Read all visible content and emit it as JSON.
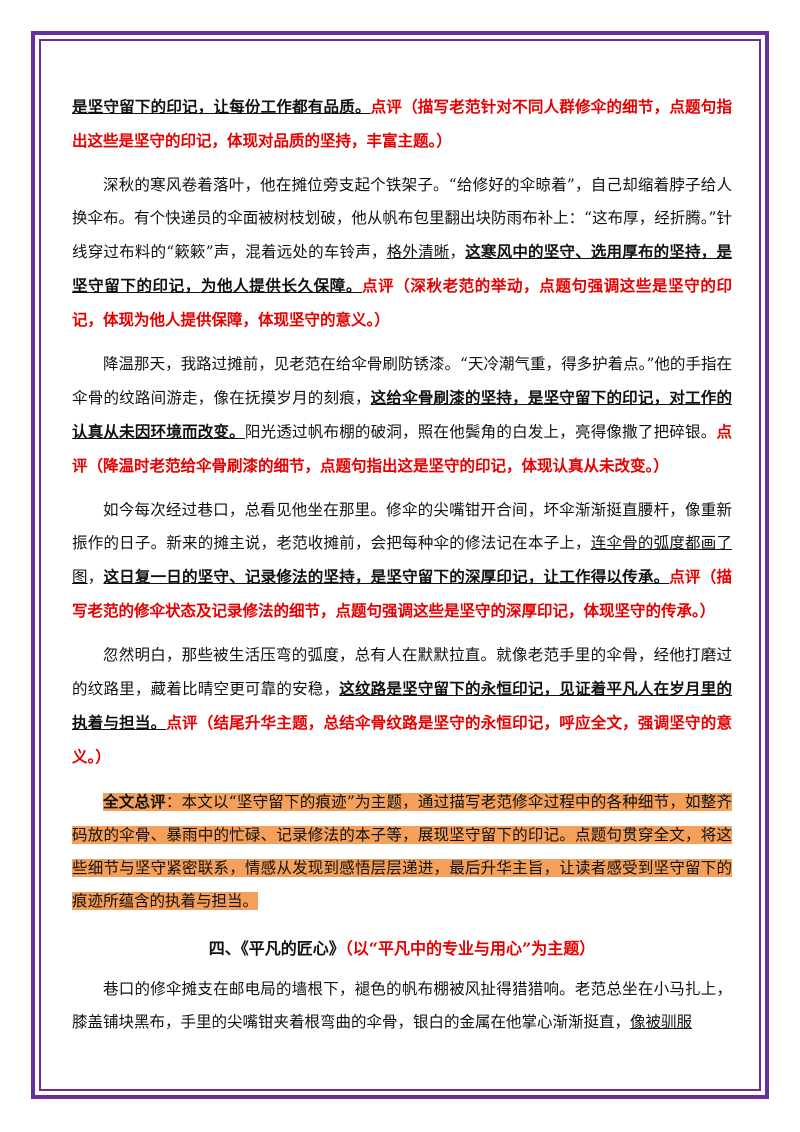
{
  "p0": {
    "a": "是坚守留下的印记，让每份工作都有品质。",
    "b": "点评（描写老范针对不同人群修伞的细节，点题句指出这些是坚守的印记，体现对品质的坚持，丰富主题。）"
  },
  "p1": {
    "a": "深秋的寒风卷着落叶，他在摊位旁支起个铁架子。“给修好的伞晾着”，自己却缩着脖子给人换伞布。有个快递员的伞面被树枝划破，他从帆布包里翻出块防雨布补上：“这布厚，经折腾。”针线穿过布料的“簌簌”声，混着远处的车铃声，",
    "u": "格外清晰",
    "c": "，",
    "ub": "这寒风中的坚守、选用厚布的坚持，是坚守留下的印记，为他人提供长久保障。",
    "red": "点评（深秋老范的举动，点题句强调这些是坚守的印记，体现为他人提供保障，体现坚守的意义。）"
  },
  "p2": {
    "a": "降温那天，我路过摊前，见老范在给伞骨刷防锈漆。“天冷潮气重，得多护着点。”他的手指在伞骨的纹路间游走，像在抚摸岁月的刻痕，",
    "ub": "这给伞骨刷漆的坚持，是坚守留下的印记，对工作的认真从未因环境而改变。",
    "c": "阳光透过帆布棚的破洞，照在他鬓角的白发上，亮得像撒了把碎银。",
    "red": "点评（降温时老范给伞骨刷漆的细节，点题句指出这是坚守的印记，体现认真从未改变。）"
  },
  "p3": {
    "a": "如今每次经过巷口，总看见他坐在那里。修伞的尖嘴钳开合间，坏伞渐渐挺直腰杆，像重新振作的日子。新来的摊主说，老范收摊前，会把每种伞的修法记在本子上，",
    "u": "连伞骨的弧度都画了图",
    "c": "，",
    "ub": "这日复一日的坚守、记录修法的坚持，是坚守留下的深厚印记，让工作得以传承。",
    "red": "点评（描写老范的修伞状态及记录修法的细节，点题句强调这些是坚守的深厚印记，体现坚守的传承。）"
  },
  "p4": {
    "a": "忽然明白，那些被生活压弯的弧度，总有人在默默拉直。就像老范手里的伞骨，经他打磨过的纹路里，藏着比晴空更可靠的安稳，",
    "ub": "这纹路是坚守留下的永恒印记，见证着平凡人在岁月里的执着与担当。",
    "red": "点评（结尾升华主题，总结伞骨纹路是坚守的永恒印记，呼应全文，强调坚守的意义。）"
  },
  "summary": {
    "label": "全文总评",
    "text": "：本文以“坚守留下的痕迹”为主题，通过描写老范修伞过程中的各种细节，如整齐码放的伞骨、暴雨中的忙碌、记录修法的本子等，展现坚守留下的印记。点题句贯穿全文，将这些细节与坚守紧密联系，情感从发现到感悟层层递进，最后升华主旨，让读者感受到坚守留下的痕迹所蕴含的执着与担当。"
  },
  "heading": {
    "a": "四、《平凡的匠心》",
    "b": "（以“平凡中的专业与用心”为主题）"
  },
  "p5": {
    "a": "巷口的修伞摊支在邮电局的墙根下，褪色的帆布棚被风扯得猎猎响。老范总坐在小马扎上，膝盖铺块黑布，手里的尖嘴钳夹着根弯曲的伞骨，银白的金属在他掌心渐渐挺直，",
    "u": "像被驯服"
  },
  "colors": {
    "frame": "#6a2d9c",
    "comment": "#e60000",
    "highlight": "#f4a05a"
  }
}
